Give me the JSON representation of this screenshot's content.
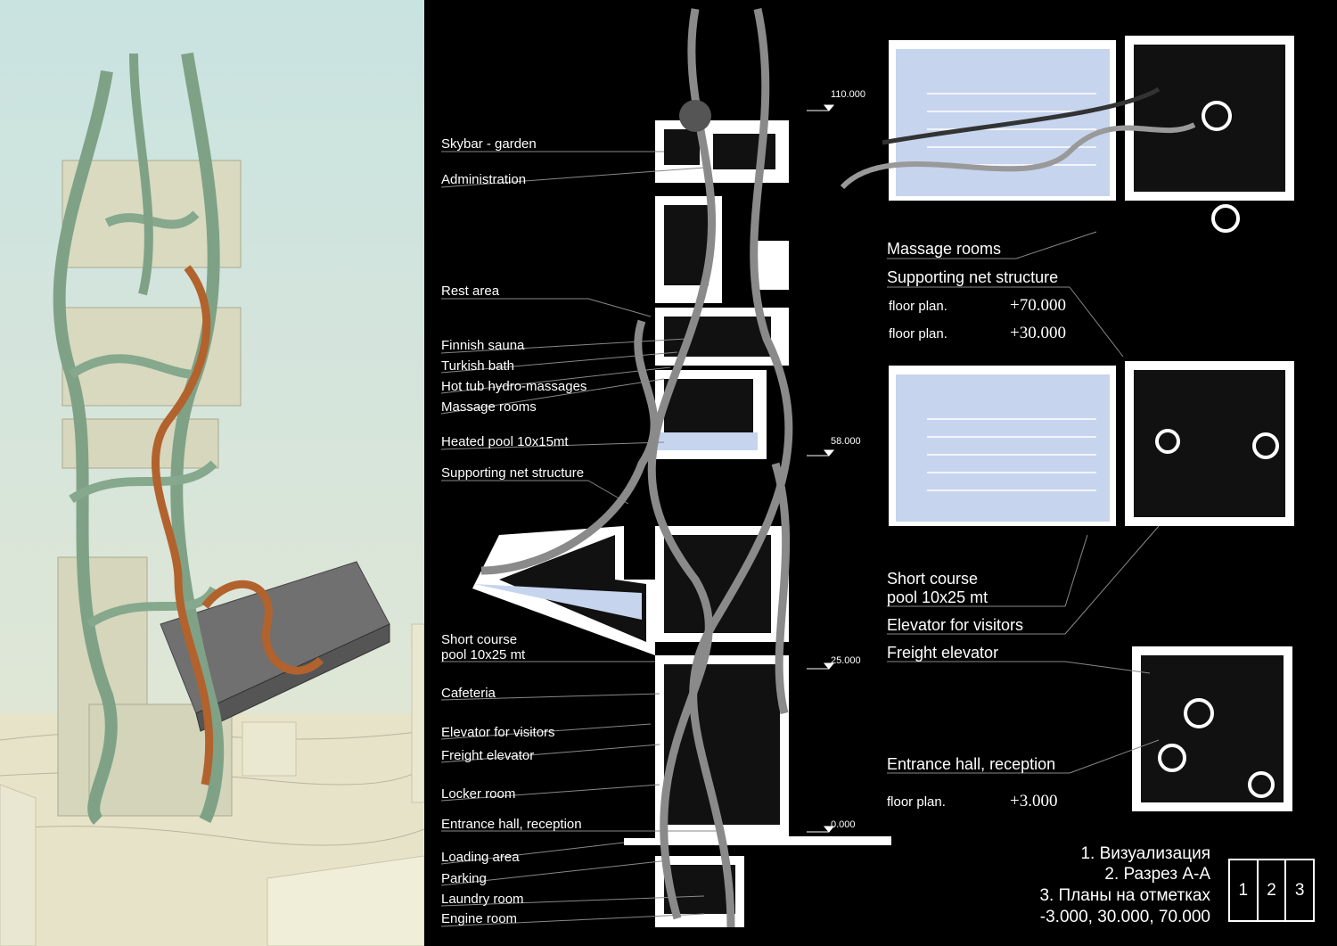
{
  "section_labels": [
    "Skybar - garden",
    "Administration",
    "Rest area",
    "Finnish sauna",
    "Turkish bath",
    "Hot tub hydro-massages",
    "Massage rooms",
    "Heated pool 10x15mt",
    "Supporting net structure",
    "Short course\npool 10x25 mt",
    "Cafeteria",
    "Elevator for visitors",
    "Freight elevator",
    "Locker room",
    "Entrance hall, reception",
    "Loading area",
    "Parking",
    "Laundry room",
    "Engine room"
  ],
  "elevations": [
    "110.000",
    "58.000",
    "25.000",
    "0.000"
  ],
  "plan_labels": {
    "massage_rooms": "Massage rooms",
    "supporting_net": "Supporting net structure",
    "short_course_pool": "Short course\npool 10x25 mt",
    "elevator_visitors": "Elevator for visitors",
    "freight_elevator": "Freight elevator",
    "entrance_hall": "Entrance hall, reception"
  },
  "floor_plans": [
    {
      "label": "floor plan.",
      "level": "+70.000"
    },
    {
      "label": "floor plan.",
      "level": "+30.000"
    },
    {
      "label": "floor plan.",
      "level": "+3.000"
    }
  ],
  "legend": [
    "1. Визуализация",
    "2. Разрез А-А",
    "3. Планы на отметках",
    "-3.000, 30.000, 70.000"
  ],
  "key": [
    "1",
    "2",
    "3"
  ]
}
